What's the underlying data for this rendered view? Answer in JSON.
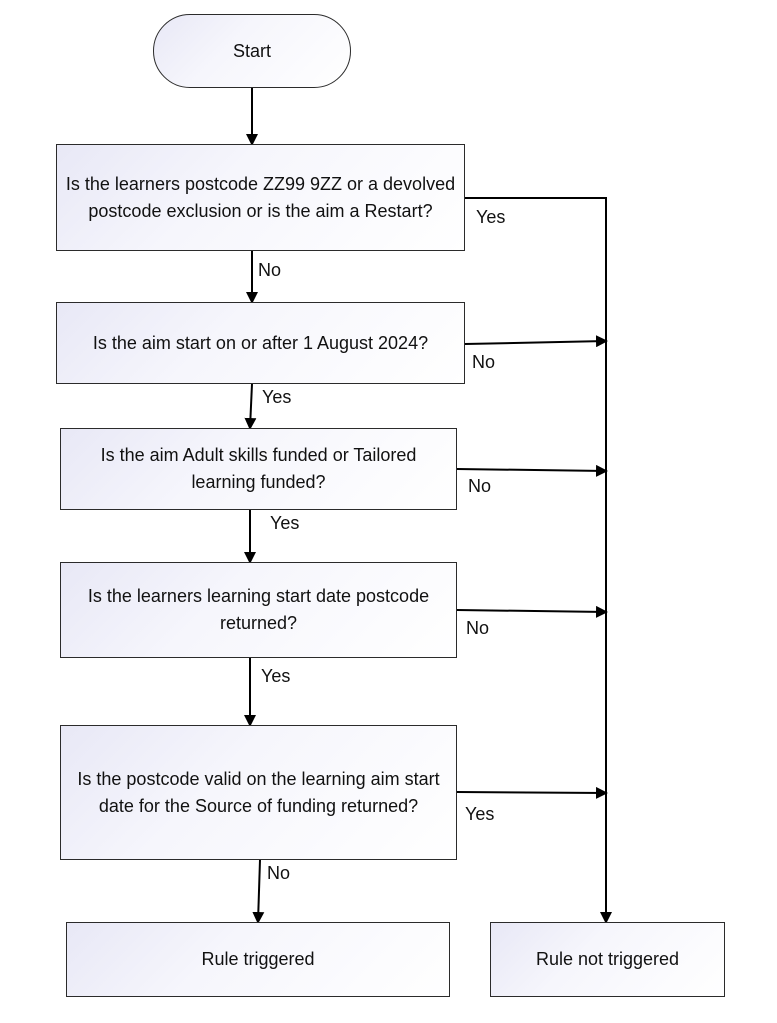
{
  "nodes": {
    "start": "Start",
    "q1": "Is the learners postcode ZZ99 9ZZ or a devolved postcode exclusion or is the aim a Restart?",
    "q2": "Is the aim start on or after 1 August 2024?",
    "q3": "Is the aim Adult skills funded or Tailored learning funded?",
    "q4": "Is the learners learning start date postcode returned?",
    "q5": "Is the postcode valid on the learning aim start date for the Source of funding returned?",
    "triggered": "Rule triggered",
    "not_triggered": "Rule not triggered"
  },
  "edge_labels": {
    "q1_yes": "Yes",
    "q1_no": "No",
    "q2_no": "No",
    "q2_yes": "Yes",
    "q3_no": "No",
    "q3_yes": "Yes",
    "q4_no": "No",
    "q4_yes": "Yes",
    "q5_yes": "Yes",
    "q5_no": "No"
  }
}
